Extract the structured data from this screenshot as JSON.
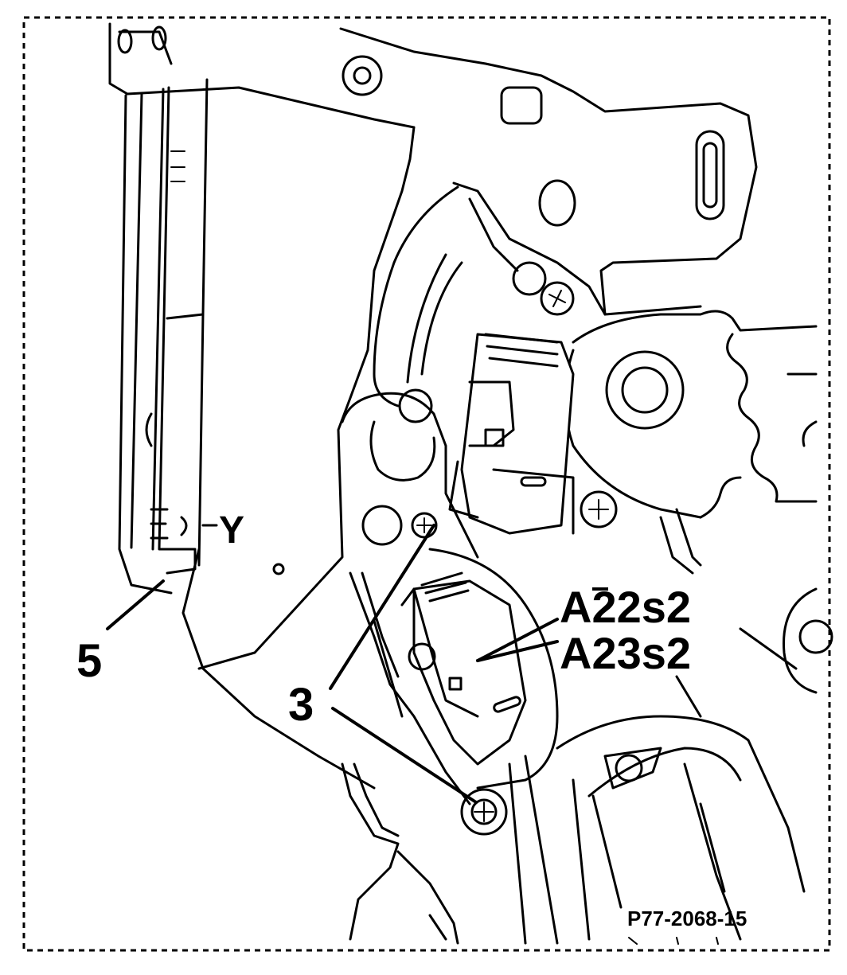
{
  "callouts": {
    "label_5": "5",
    "label_3": "3",
    "label_a22s2": "A22s2",
    "label_a23s2": "A23s2",
    "label_y": "Y"
  },
  "figure_code": "P77-2068-15"
}
